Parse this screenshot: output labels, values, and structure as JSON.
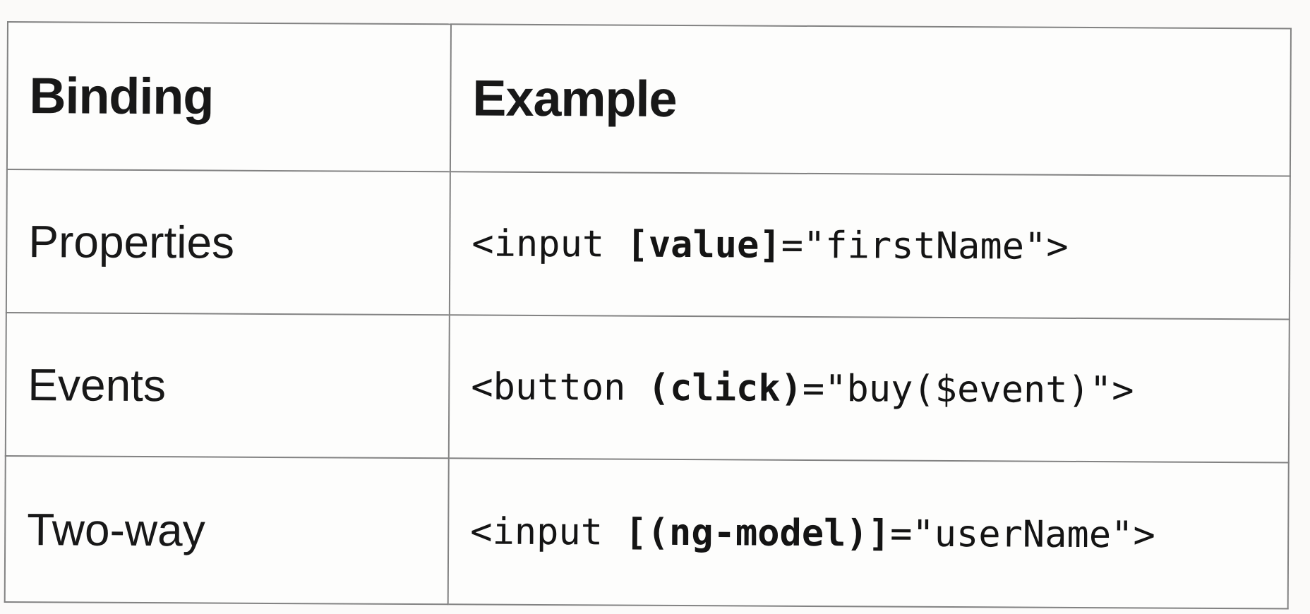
{
  "table": {
    "headers": [
      "Binding",
      "Example"
    ],
    "rows": [
      {
        "binding": "Properties",
        "code_pre": "<input ",
        "code_bold": "[value]",
        "code_post": "=\"firstName\">"
      },
      {
        "binding": "Events",
        "code_pre": "<button ",
        "code_bold": "(click)",
        "code_post": "=\"buy($event)\">"
      },
      {
        "binding": "Two-way",
        "code_pre": "<input ",
        "code_bold": "[(ng-model)]",
        "code_post": "=\"userName\">"
      }
    ]
  },
  "colors": {
    "text": "#181818",
    "border": "#828282",
    "table_background": "#fdfdfc",
    "page_background": "#fbfaf9"
  }
}
